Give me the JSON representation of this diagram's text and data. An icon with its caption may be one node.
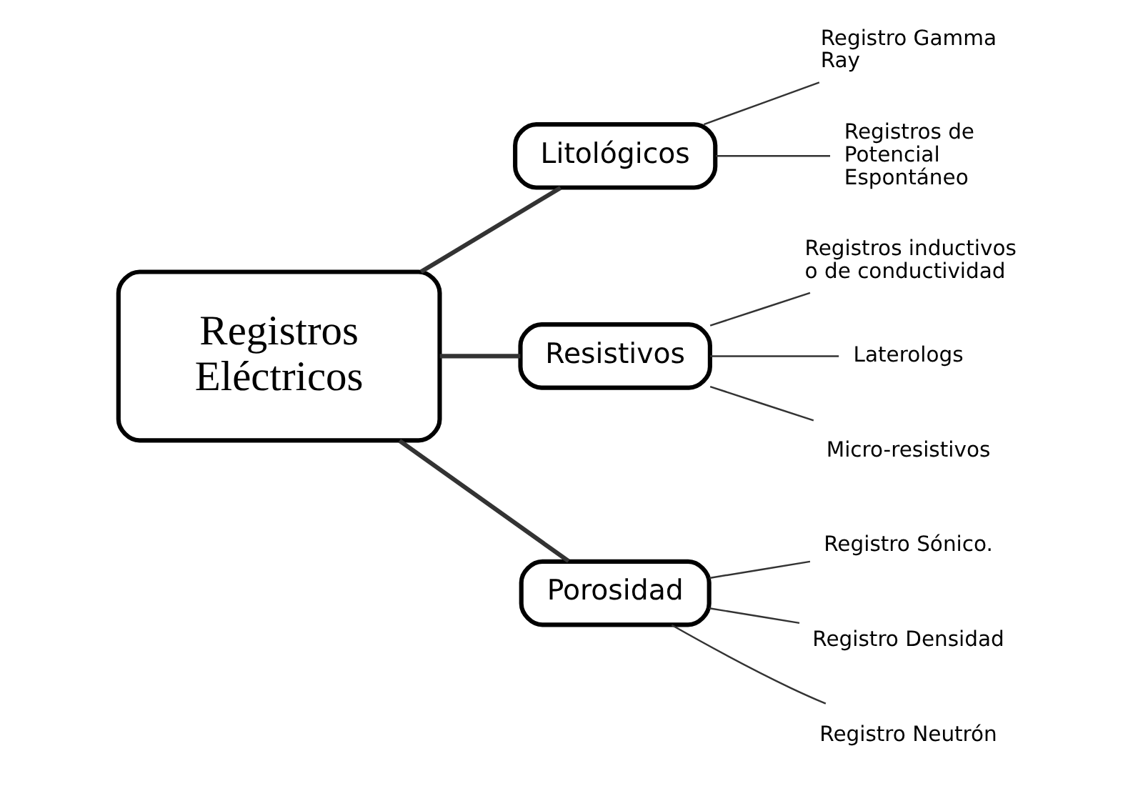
{
  "diagram": {
    "nodes": [
      {
        "text": [
          "Registros Eléctricos"
        ]
      },
      {
        "text": [
          "Litológicos"
        ]
      },
      {
        "text": [
          "Resistivos"
        ]
      },
      {
        "text": [
          "Porosidad"
        ]
      },
      {
        "text": [
          "Registro Gamma Ray"
        ]
      },
      {
        "text": [
          "Registros de Potencial Espontáneo"
        ]
      },
      {
        "text": [
          "Registros inductivos o de conductividad"
        ]
      },
      {
        "text": [
          "Laterologs"
        ]
      },
      {
        "text": [
          "Micro-resistivos"
        ]
      },
      {
        "text": [
          "Registro Sónico."
        ]
      },
      {
        "text": [
          "Registro Densidad"
        ]
      },
      {
        "text": [
          "Registro Neutrón"
        ]
      }
    ],
    "edges": [
      {
        "from": 0,
        "to": 1,
        "arrow": "none",
        "style": "thick"
      },
      {
        "from": 0,
        "to": 2,
        "arrow": "none",
        "style": "thick"
      },
      {
        "from": 0,
        "to": 3,
        "arrow": "none",
        "style": "thick"
      },
      {
        "from": 1,
        "to": 4,
        "arrow": "none"
      },
      {
        "from": 1,
        "to": 5,
        "arrow": "none"
      },
      {
        "from": 2,
        "to": 6,
        "arrow": "none"
      },
      {
        "from": 2,
        "to": 7,
        "arrow": "none"
      },
      {
        "from": 2,
        "to": 8,
        "arrow": "none"
      },
      {
        "from": 3,
        "to": 9,
        "arrow": "none"
      },
      {
        "from": 3,
        "to": 10,
        "arrow": "none"
      },
      {
        "from": 3,
        "to": 11,
        "arrow": "none"
      }
    ]
  }
}
